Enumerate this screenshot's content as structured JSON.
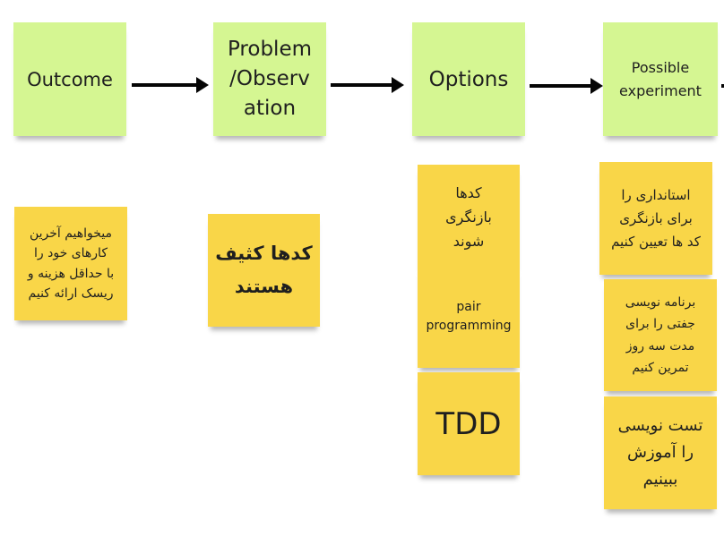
{
  "header_notes": {
    "outcome": "Outcome",
    "problem": "Problem\n/Observ\nation",
    "options": "Options",
    "experiment": "Possible\nexperiment"
  },
  "outcome_notes": [
    "میخواهیم آخرین\nکارهای خود را\nبا حداقل هزینه و\nریسک ارائه کنیم"
  ],
  "problem_notes": [
    "کدها کثیف\nهستند"
  ],
  "option_notes": [
    "کدها\nبازنگری\nشوند",
    "pair\nprogramming",
    "TDD"
  ],
  "experiment_notes": [
    "استانداری را\nبرای بازنگری\nکد ها تعیین کنیم",
    "برنامه نویسی\nجفتی را برای\nمدت سه روز\nتمرین کنیم",
    "تست نویسی\nرا آموزش\nببینیم"
  ],
  "colors": {
    "header_note": "#d5f692",
    "sticky_note": "#f9d648",
    "arrow": "#050505"
  }
}
